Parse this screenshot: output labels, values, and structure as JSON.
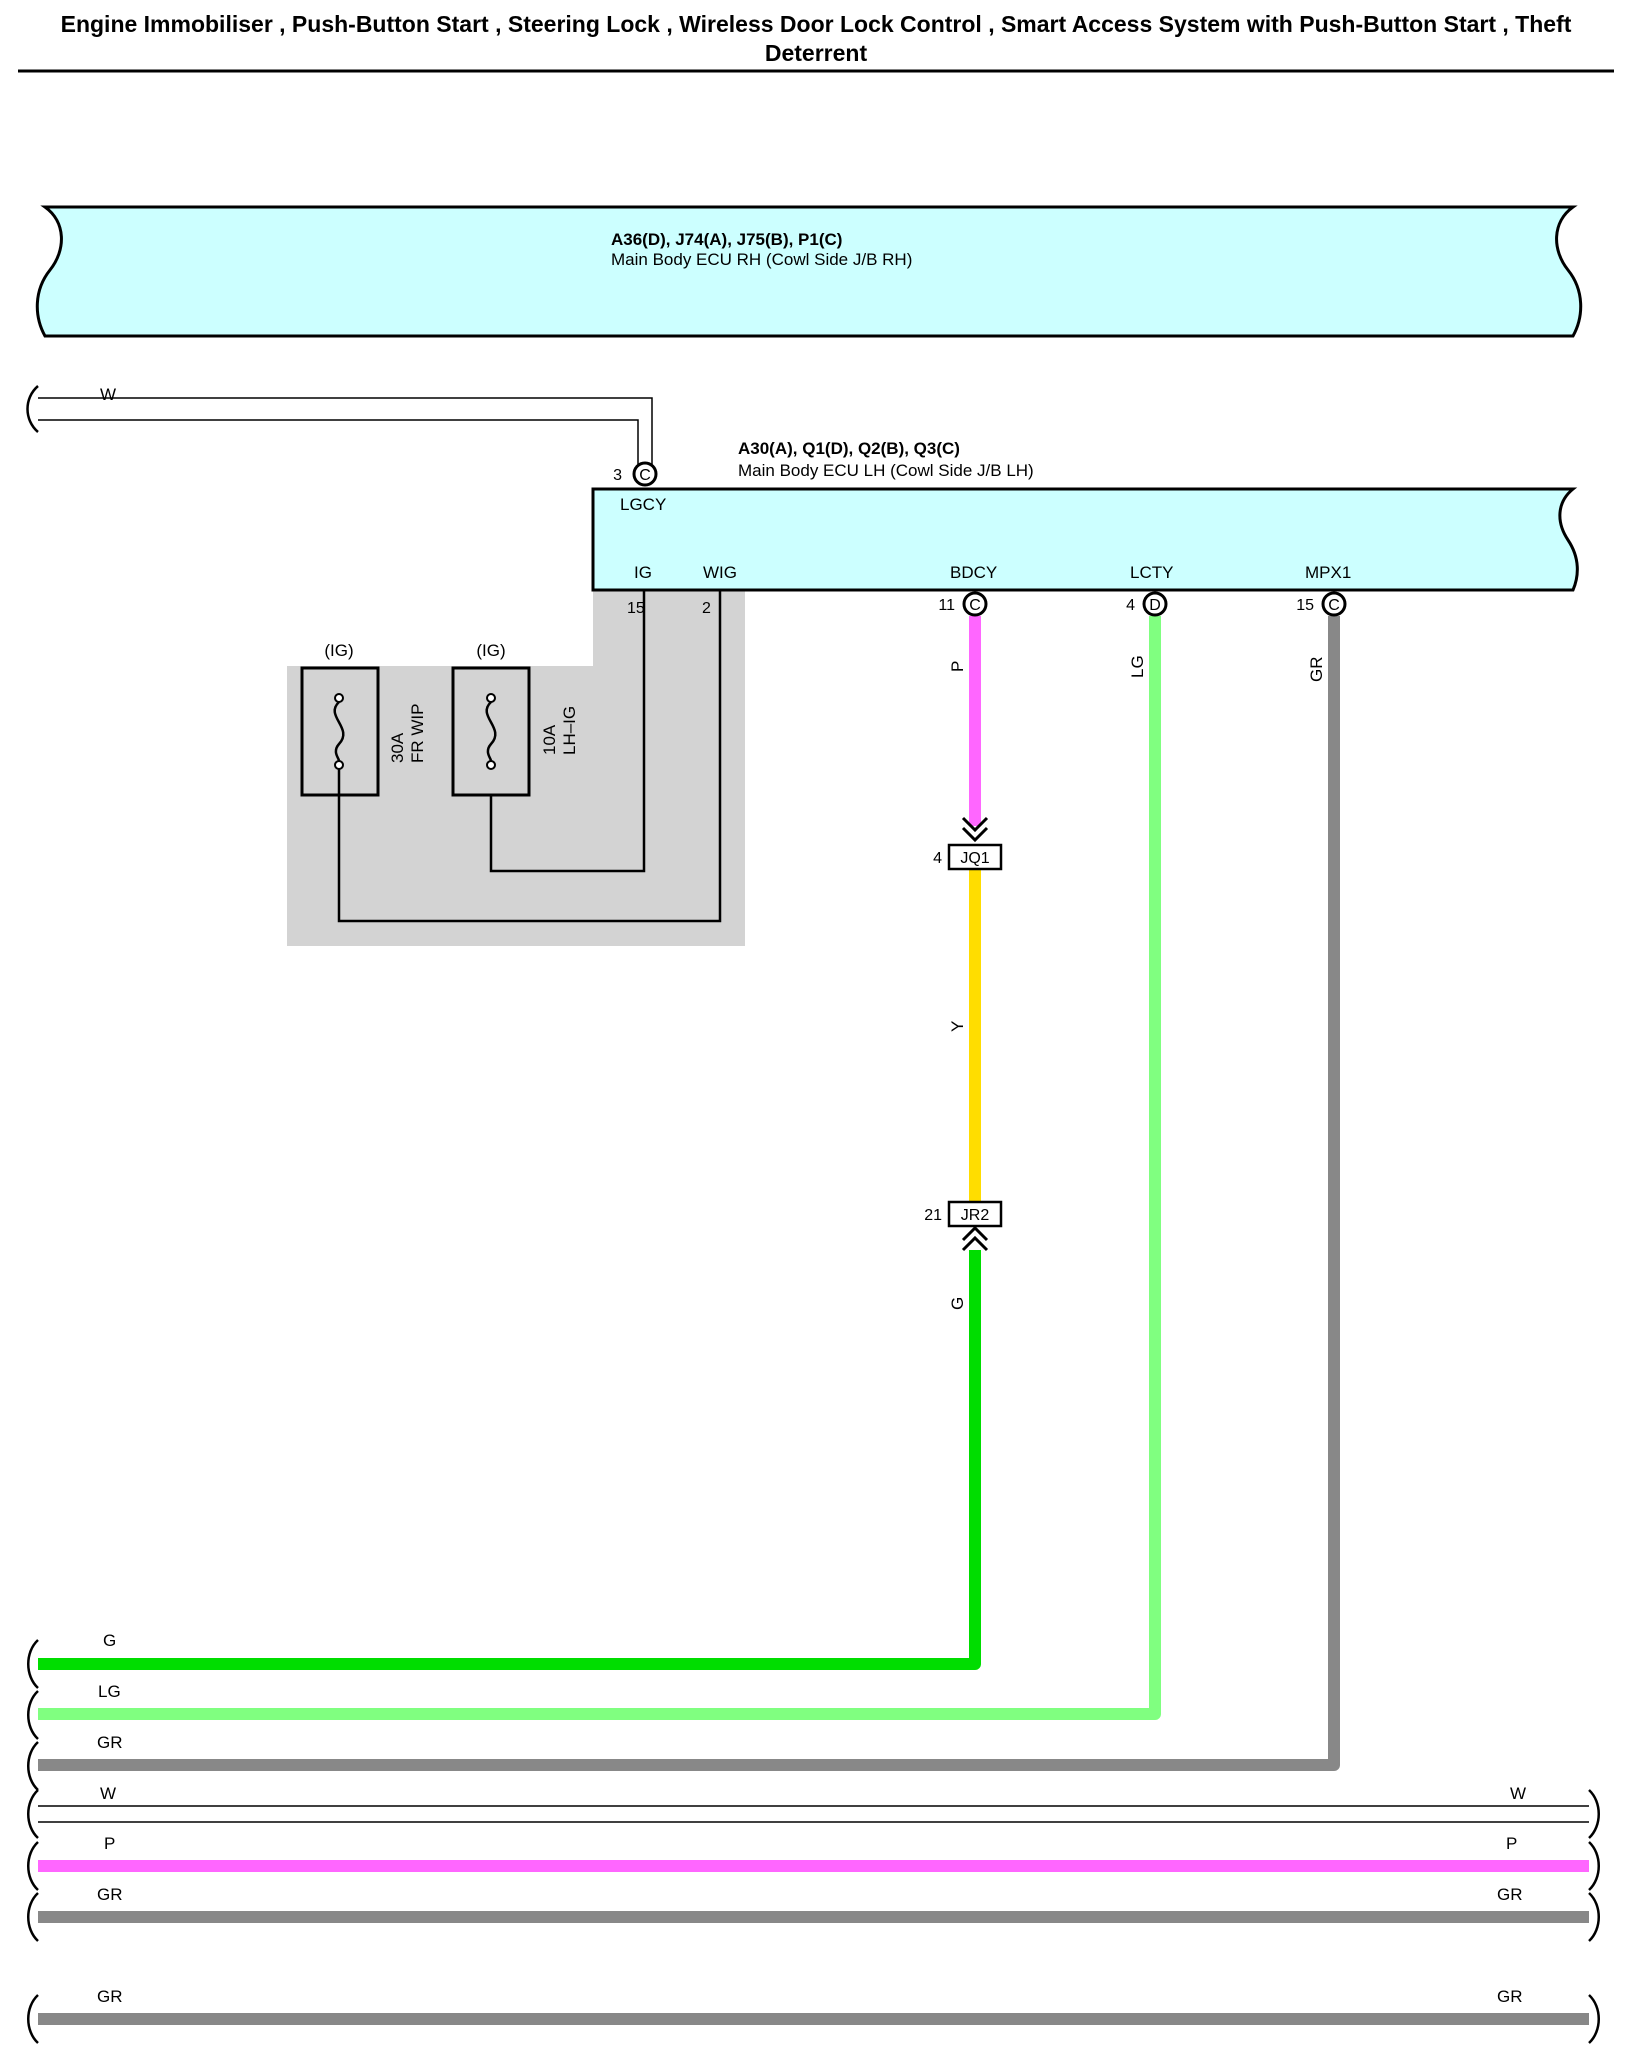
{
  "title": "Engine Immobiliser , Push-Button Start , Steering Lock , Wireless Door Lock Control , Smart Access System with Push-Button Start , Theft Deterrent",
  "ecu_rh": {
    "connectors": "A36(D), J74(A), J75(B), P1(C)",
    "name": "Main Body ECU RH (Cowl Side J/B RH)",
    "fill_color": "#ccffff"
  },
  "ecu_lh": {
    "connectors": "A30(A), Q1(D), Q2(B), Q3(C)",
    "name": "Main Body ECU LH (Cowl Side J/B LH)",
    "fill_color": "#ccffff",
    "top_terminal": {
      "pin": "3",
      "conn": "C",
      "name": "LGCY"
    },
    "bottom_terminals": [
      {
        "name": "IG",
        "pin": "15",
        "conn": ""
      },
      {
        "name": "WIG",
        "pin": "2",
        "conn": ""
      },
      {
        "name": "BDCY",
        "pin": "11",
        "conn": "C"
      },
      {
        "name": "LCTY",
        "pin": "4",
        "conn": "D"
      },
      {
        "name": "MPX1",
        "pin": "15",
        "conn": "C"
      }
    ]
  },
  "fuses": [
    {
      "supply": "(IG)",
      "rating": "30A",
      "name": "FR WIP",
      "icon": "fuse-icon"
    },
    {
      "supply": "(IG)",
      "rating": "10A",
      "name": "LH–IG",
      "icon": "fuse-icon"
    }
  ],
  "junctions": [
    {
      "pin": "4",
      "name": "JQ1"
    },
    {
      "pin": "21",
      "name": "JR2"
    }
  ],
  "wires": {
    "lgcy": {
      "color_code": "W",
      "hex": "#ffffff"
    },
    "bdcy_upper": {
      "color_code": "P",
      "hex": "#ff66ff"
    },
    "bdcy_middle": {
      "color_code": "Y",
      "hex": "#ffdd00"
    },
    "bdcy_lower": {
      "color_code": "G",
      "hex": "#00dd00"
    },
    "lcty": {
      "color_code": "LG",
      "hex": "#80ff80"
    },
    "mpx1": {
      "color_code": "GR",
      "hex": "#888888"
    }
  },
  "bottom_wires": [
    {
      "left_label": "G",
      "right_label": "",
      "hex": "#00dd00"
    },
    {
      "left_label": "LG",
      "right_label": "",
      "hex": "#80ff80"
    },
    {
      "left_label": "GR",
      "right_label": "",
      "hex": "#888888"
    },
    {
      "left_label": "W",
      "right_label": "W",
      "hex": "#ffffff"
    },
    {
      "left_label": "P",
      "right_label": "P",
      "hex": "#ff66ff"
    },
    {
      "left_label": "GR",
      "right_label": "GR",
      "hex": "#888888"
    },
    {
      "left_label": "GR",
      "right_label": "GR",
      "hex": "#888888"
    }
  ],
  "colors": {
    "outline": "#000000",
    "shaded_region": "#d3d3d3",
    "white_wire_outline": "#000000"
  }
}
